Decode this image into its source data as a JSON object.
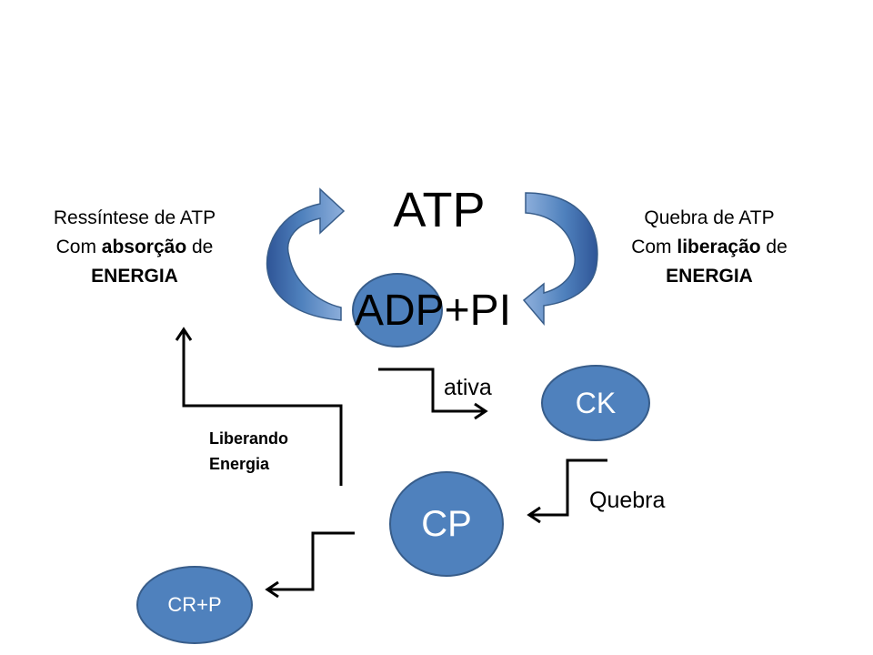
{
  "colors": {
    "node_fill": "#4f81bd",
    "node_stroke": "#385d8a",
    "arrow_line": "#000000",
    "node_text": "#ffffff"
  },
  "nodes": {
    "atp": "ATP",
    "adp_pi": "ADP+PI",
    "ck": "CK",
    "cp": "CP",
    "cr_p": "CR+P"
  },
  "left_note": {
    "line1": "Ressíntese de ATP",
    "line2_prefix": "Com ",
    "line2_bold": "absorção",
    "line2_suffix": " de",
    "line3_bold": "ENERGIA"
  },
  "right_note": {
    "line1": "Quebra de ATP",
    "line2_prefix": "Com ",
    "line2_bold": "liberação",
    "line2_suffix": " de",
    "line3_bold": "ENERGIA"
  },
  "labels": {
    "ativa": "ativa",
    "quebra": "Quebra",
    "liberando_line1": "Liberando",
    "liberando_line2": "Energia"
  }
}
